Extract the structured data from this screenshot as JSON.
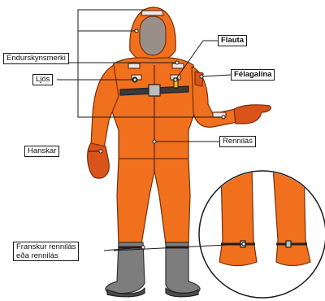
{
  "labels": {
    "endurskynsmerki": "Endurskynsmerki",
    "ljos": "Ljós",
    "flauta": "Flauta",
    "felagalina": "Félagalína",
    "hanskar": "Hanskar",
    "rennilas": "Rennilás",
    "franskur_line1": "Franskur rennilás",
    "franskur_line2": "eða rennilás"
  },
  "colors": {
    "suit": "#f0701e",
    "suit_shadow": "#d9531a",
    "suit_highlight": "#f9a06a",
    "reflective": "#e8e8e8",
    "boot": "#7d7d7d",
    "boot_dark": "#4a4a4a",
    "face": "#9a8f88",
    "line": "#1a1a1a"
  }
}
